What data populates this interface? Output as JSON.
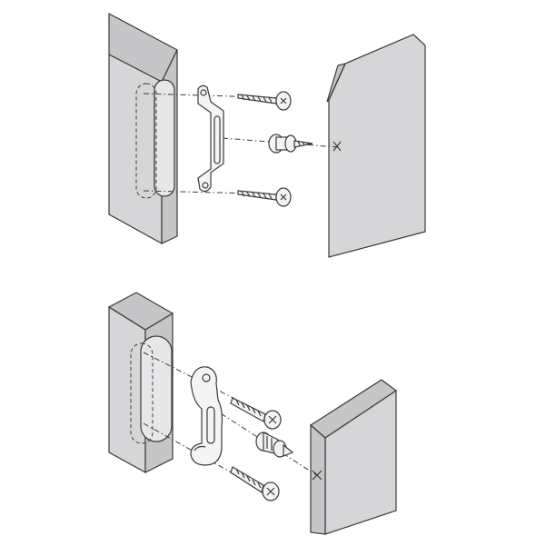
{
  "figure": {
    "panels": [
      {
        "id": "top",
        "parts": [
          "cabinet-side",
          "door-panel",
          "catch-plate",
          "screw-upper",
          "screw-lower",
          "roller-strike"
        ]
      },
      {
        "id": "bottom",
        "parts": [
          "cabinet-side",
          "door-panel",
          "catch-plate",
          "screw-upper",
          "screw-lower",
          "roller-strike"
        ]
      }
    ],
    "colors": {
      "wood": "#d6d6d8",
      "wood_dark": "#c6c6c9",
      "metal": "#f4f4f4",
      "line": "#3a3a3a"
    }
  }
}
